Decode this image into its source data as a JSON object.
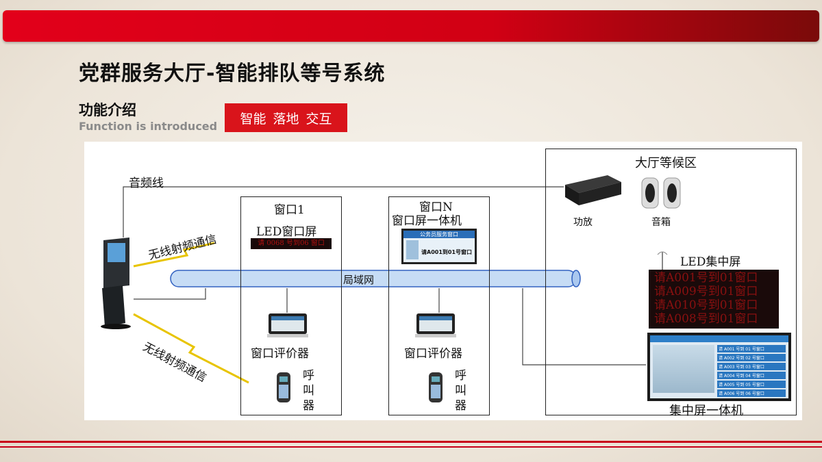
{
  "title": "党群服务大厅-智能排队等号系统",
  "subtitle_cn": "功能介绍",
  "subtitle_en": "Function is introduced",
  "tag": "智能  落地  交互",
  "diagram": {
    "audio_line": "音频线",
    "wireless_top": "无线射频通信",
    "wireless_bottom": "无线射频通信",
    "lan": "局域网",
    "window1": {
      "title": "窗口1",
      "led_label": "LED窗口屏",
      "led_text": "请 0068 号到06 窗口",
      "evaluator": "窗口评价器",
      "caller": "呼叫器"
    },
    "windowN": {
      "title": "窗口N",
      "device": "窗口屏一体机",
      "screen_header": "公务员服务窗口",
      "screen_text": "请A001到01号窗口",
      "evaluator": "窗口评价器",
      "caller": "呼叫器"
    },
    "hall": {
      "title": "大厅等候区",
      "amp": "功放",
      "speaker": "音箱",
      "led_label": "LED集中屏",
      "led_lines": [
        "请A001号到01窗口",
        "请A009号到01窗口",
        "请A010号到01窗口",
        "请A008号到01窗口"
      ],
      "tv_label": "集中屏一体机",
      "tv_rows": [
        "请 A001 号到 01 号窗口",
        "请 A002 号到 02 号窗口",
        "请 A003 号到 03 号窗口",
        "请 A004 号到 04 号窗口",
        "请 A005 号到 05 号窗口",
        "请 A006 号到 06 号窗口"
      ]
    }
  }
}
